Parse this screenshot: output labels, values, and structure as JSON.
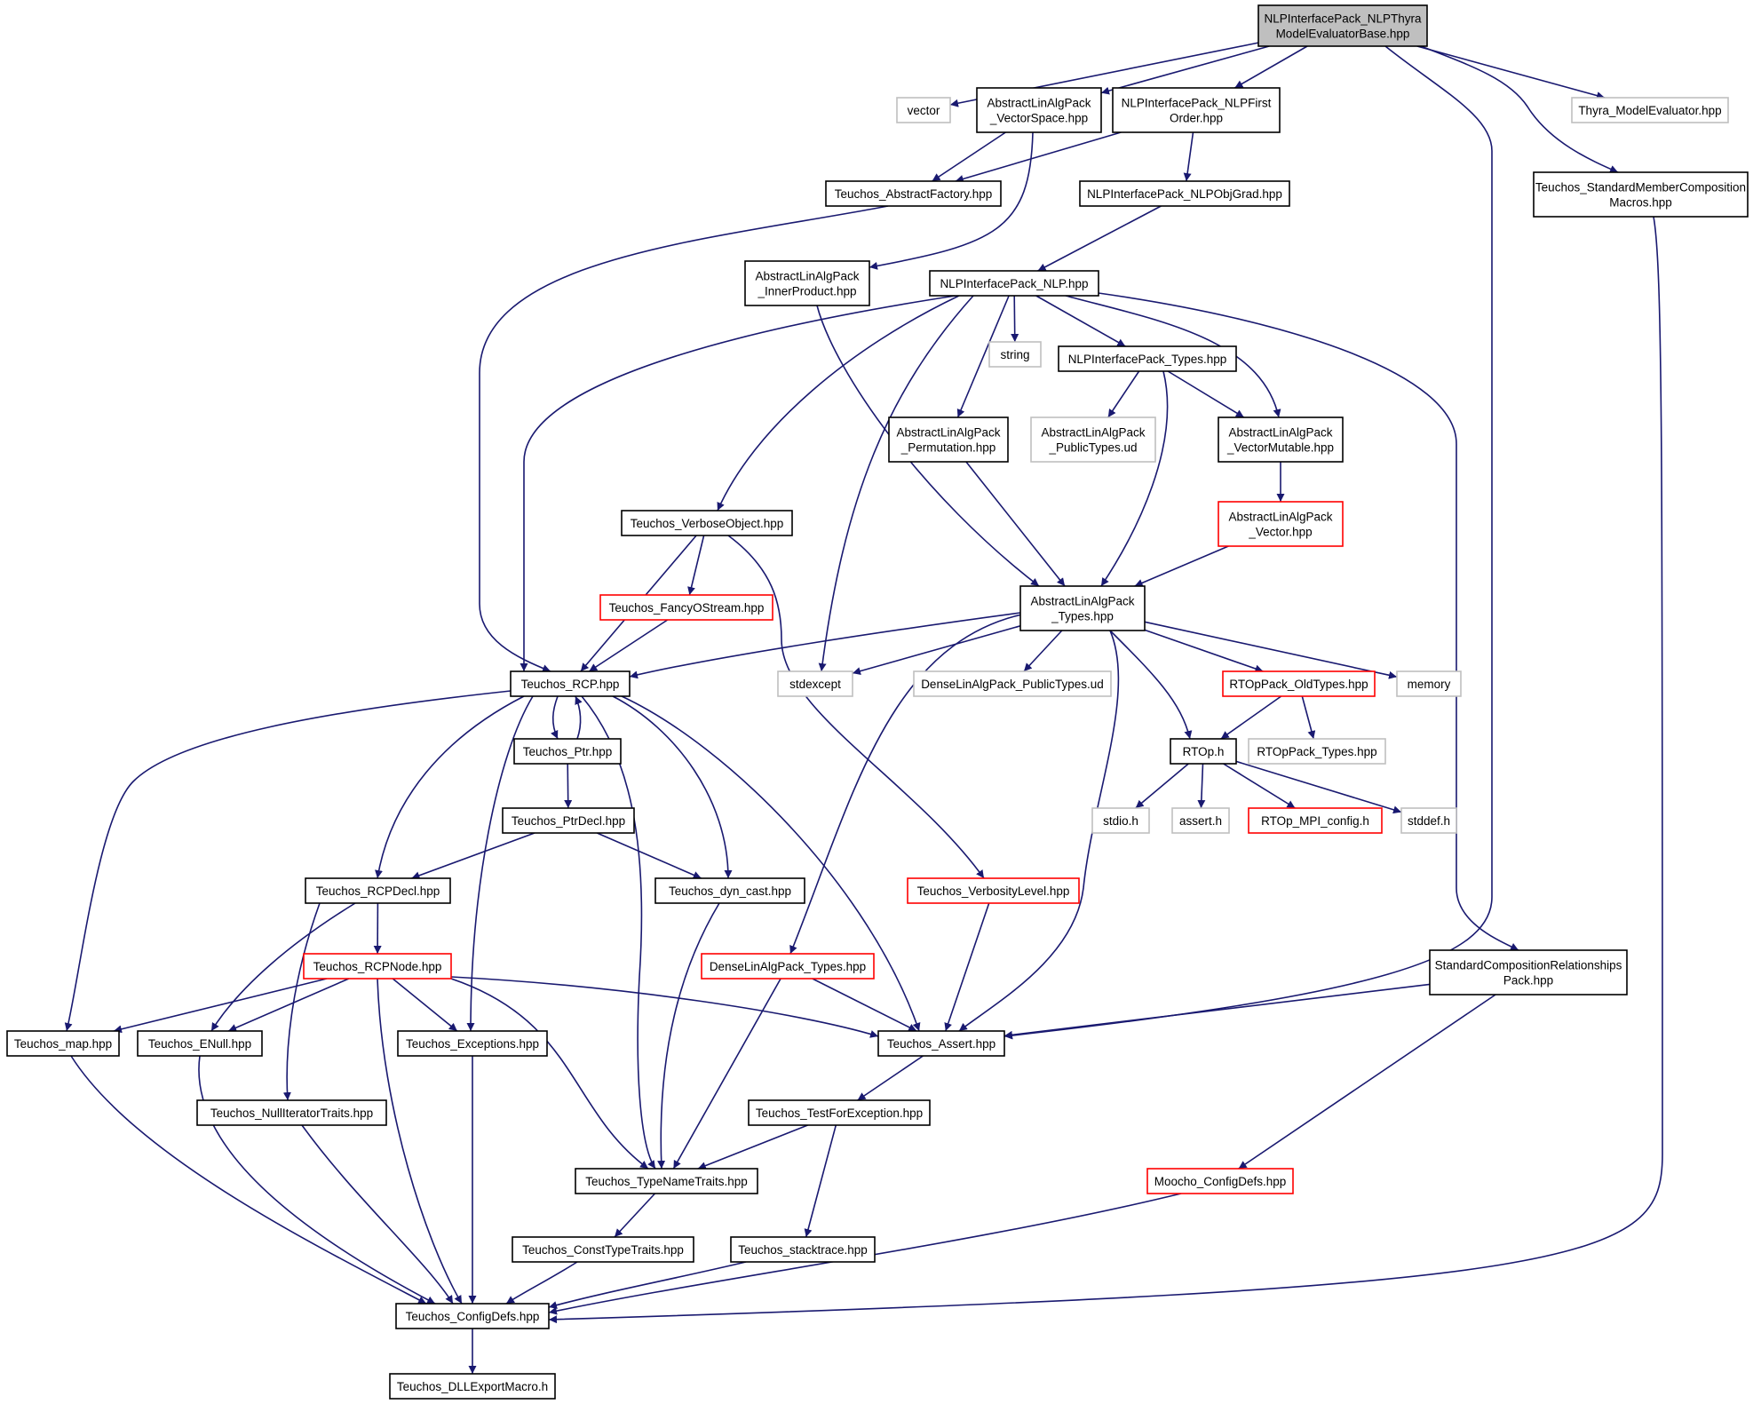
{
  "colors": {
    "edge": "#191970",
    "root_fill": "#bfbfbf",
    "normal_fill": "#ffffff",
    "normal_stroke": "#000000",
    "truncated_stroke": "#ff0000",
    "system_stroke": "#bfbfbf"
  },
  "nodes": [
    {
      "id": "root",
      "lines": [
        "NLPInterfacePack_NLPThyra",
        "ModelEvaluatorBase.hpp"
      ],
      "kind": "root"
    },
    {
      "id": "vector",
      "lines": [
        "vector"
      ],
      "kind": "system"
    },
    {
      "id": "alap_vs",
      "lines": [
        "AbstractLinAlgPack",
        "_VectorSpace.hpp"
      ],
      "kind": "normal"
    },
    {
      "id": "nlp_first",
      "lines": [
        "NLPInterfacePack_NLPFirst",
        "Order.hpp"
      ],
      "kind": "normal"
    },
    {
      "id": "thyra_me",
      "lines": [
        "Thyra_ModelEvaluator.hpp"
      ],
      "kind": "system"
    },
    {
      "id": "std_member",
      "lines": [
        "Teuchos_StandardMemberComposition",
        "Macros.hpp"
      ],
      "kind": "normal"
    },
    {
      "id": "abs_factory",
      "lines": [
        "Teuchos_AbstractFactory.hpp"
      ],
      "kind": "normal"
    },
    {
      "id": "nlp_objgrad",
      "lines": [
        "NLPInterfacePack_NLPObjGrad.hpp"
      ],
      "kind": "normal"
    },
    {
      "id": "alap_ip",
      "lines": [
        "AbstractLinAlgPack",
        "_InnerProduct.hpp"
      ],
      "kind": "normal"
    },
    {
      "id": "nlp",
      "lines": [
        "NLPInterfacePack_NLP.hpp"
      ],
      "kind": "normal"
    },
    {
      "id": "string",
      "lines": [
        "string"
      ],
      "kind": "system"
    },
    {
      "id": "nlp_types",
      "lines": [
        "NLPInterfacePack_Types.hpp"
      ],
      "kind": "normal"
    },
    {
      "id": "alap_perm",
      "lines": [
        "AbstractLinAlgPack",
        "_Permutation.hpp"
      ],
      "kind": "normal"
    },
    {
      "id": "alap_pubtypes",
      "lines": [
        "AbstractLinAlgPack",
        "_PublicTypes.ud"
      ],
      "kind": "system"
    },
    {
      "id": "alap_vm",
      "lines": [
        "AbstractLinAlgPack",
        "_VectorMutable.hpp"
      ],
      "kind": "normal"
    },
    {
      "id": "alap_vec",
      "lines": [
        "AbstractLinAlgPack",
        "_Vector.hpp"
      ],
      "kind": "truncated"
    },
    {
      "id": "verbose",
      "lines": [
        "Teuchos_VerboseObject.hpp"
      ],
      "kind": "normal"
    },
    {
      "id": "alap_types",
      "lines": [
        "AbstractLinAlgPack",
        "_Types.hpp"
      ],
      "kind": "normal"
    },
    {
      "id": "fancy",
      "lines": [
        "Teuchos_FancyOStream.hpp"
      ],
      "kind": "truncated"
    },
    {
      "id": "rcp",
      "lines": [
        "Teuchos_RCP.hpp"
      ],
      "kind": "normal"
    },
    {
      "id": "stdexcept",
      "lines": [
        "stdexcept"
      ],
      "kind": "system"
    },
    {
      "id": "dlap_pub",
      "lines": [
        "DenseLinAlgPack_PublicTypes.ud"
      ],
      "kind": "system"
    },
    {
      "id": "rtop_old",
      "lines": [
        "RTOpPack_OldTypes.hpp"
      ],
      "kind": "truncated"
    },
    {
      "id": "memory",
      "lines": [
        "memory"
      ],
      "kind": "system"
    },
    {
      "id": "ptr",
      "lines": [
        "Teuchos_Ptr.hpp"
      ],
      "kind": "normal"
    },
    {
      "id": "rtop_h",
      "lines": [
        "RTOp.h"
      ],
      "kind": "normal"
    },
    {
      "id": "rtop_types",
      "lines": [
        "RTOpPack_Types.hpp"
      ],
      "kind": "system"
    },
    {
      "id": "ptrdecl",
      "lines": [
        "Teuchos_PtrDecl.hpp"
      ],
      "kind": "normal"
    },
    {
      "id": "stdio",
      "lines": [
        "stdio.h"
      ],
      "kind": "system"
    },
    {
      "id": "assert_h",
      "lines": [
        "assert.h"
      ],
      "kind": "system"
    },
    {
      "id": "rtop_mpi",
      "lines": [
        "RTOp_MPI_config.h"
      ],
      "kind": "truncated"
    },
    {
      "id": "stddef",
      "lines": [
        "stddef.h"
      ],
      "kind": "system"
    },
    {
      "id": "rcpdecl",
      "lines": [
        "Teuchos_RCPDecl.hpp"
      ],
      "kind": "normal"
    },
    {
      "id": "dyncast",
      "lines": [
        "Teuchos_dyn_cast.hpp"
      ],
      "kind": "normal"
    },
    {
      "id": "verbosity",
      "lines": [
        "Teuchos_VerbosityLevel.hpp"
      ],
      "kind": "truncated"
    },
    {
      "id": "rcpnode",
      "lines": [
        "Teuchos_RCPNode.hpp"
      ],
      "kind": "truncated"
    },
    {
      "id": "dlap_types",
      "lines": [
        "DenseLinAlgPack_Types.hpp"
      ],
      "kind": "truncated"
    },
    {
      "id": "scr_pack",
      "lines": [
        "StandardCompositionRelationships",
        "Pack.hpp"
      ],
      "kind": "normal"
    },
    {
      "id": "map",
      "lines": [
        "Teuchos_map.hpp"
      ],
      "kind": "normal"
    },
    {
      "id": "enull",
      "lines": [
        "Teuchos_ENull.hpp"
      ],
      "kind": "normal"
    },
    {
      "id": "exceptions",
      "lines": [
        "Teuchos_Exceptions.hpp"
      ],
      "kind": "normal"
    },
    {
      "id": "assert_hpp",
      "lines": [
        "Teuchos_Assert.hpp"
      ],
      "kind": "normal"
    },
    {
      "id": "nulliter",
      "lines": [
        "Teuchos_NullIteratorTraits.hpp"
      ],
      "kind": "normal"
    },
    {
      "id": "testforex",
      "lines": [
        "Teuchos_TestForException.hpp"
      ],
      "kind": "normal"
    },
    {
      "id": "typename",
      "lines": [
        "Teuchos_TypeNameTraits.hpp"
      ],
      "kind": "normal"
    },
    {
      "id": "moocho_cfg",
      "lines": [
        "Moocho_ConfigDefs.hpp"
      ],
      "kind": "truncated"
    },
    {
      "id": "consttype",
      "lines": [
        "Teuchos_ConstTypeTraits.hpp"
      ],
      "kind": "normal"
    },
    {
      "id": "stacktrace",
      "lines": [
        "Teuchos_stacktrace.hpp"
      ],
      "kind": "normal"
    },
    {
      "id": "configdefs",
      "lines": [
        "Teuchos_ConfigDefs.hpp"
      ],
      "kind": "normal"
    },
    {
      "id": "dllexport",
      "lines": [
        "Teuchos_DLLExportMacro.h"
      ],
      "kind": "normal"
    }
  ],
  "edges": [
    {
      "from": "root",
      "to": "vector"
    },
    {
      "from": "root",
      "to": "alap_vs"
    },
    {
      "from": "root",
      "to": "nlp_first"
    },
    {
      "from": "root",
      "to": "assert_hpp"
    },
    {
      "from": "root",
      "to": "thyra_me"
    },
    {
      "from": "root",
      "to": "std_member"
    },
    {
      "from": "alap_vs",
      "to": "abs_factory"
    },
    {
      "from": "alap_vs",
      "to": "alap_ip"
    },
    {
      "from": "nlp_first",
      "to": "abs_factory"
    },
    {
      "from": "nlp_first",
      "to": "nlp_objgrad"
    },
    {
      "from": "std_member",
      "to": "configdefs"
    },
    {
      "from": "abs_factory",
      "to": "rcp"
    },
    {
      "from": "nlp_objgrad",
      "to": "nlp"
    },
    {
      "from": "alap_ip",
      "to": "alap_types"
    },
    {
      "from": "nlp",
      "to": "rcp"
    },
    {
      "from": "nlp",
      "to": "verbose"
    },
    {
      "from": "nlp",
      "to": "stdexcept"
    },
    {
      "from": "nlp",
      "to": "alap_perm"
    },
    {
      "from": "nlp",
      "to": "string"
    },
    {
      "from": "nlp",
      "to": "nlp_types"
    },
    {
      "from": "nlp",
      "to": "alap_vm"
    },
    {
      "from": "nlp",
      "to": "scr_pack"
    },
    {
      "from": "nlp_types",
      "to": "alap_pubtypes"
    },
    {
      "from": "nlp_types",
      "to": "alap_vm"
    },
    {
      "from": "nlp_types",
      "to": "alap_types"
    },
    {
      "from": "alap_perm",
      "to": "alap_types"
    },
    {
      "from": "alap_vm",
      "to": "alap_vec"
    },
    {
      "from": "alap_vec",
      "to": "alap_types"
    },
    {
      "from": "verbose",
      "to": "rcp"
    },
    {
      "from": "verbose",
      "to": "fancy"
    },
    {
      "from": "verbose",
      "to": "verbosity"
    },
    {
      "from": "fancy",
      "to": "rcp"
    },
    {
      "from": "alap_types",
      "to": "rcp"
    },
    {
      "from": "alap_types",
      "to": "stdexcept"
    },
    {
      "from": "alap_types",
      "to": "dlap_pub"
    },
    {
      "from": "alap_types",
      "to": "rtop_old"
    },
    {
      "from": "alap_types",
      "to": "memory"
    },
    {
      "from": "alap_types",
      "to": "rtop_h"
    },
    {
      "from": "alap_types",
      "to": "dlap_types"
    },
    {
      "from": "alap_types",
      "to": "assert_hpp"
    },
    {
      "from": "rtop_old",
      "to": "rtop_h"
    },
    {
      "from": "rtop_old",
      "to": "rtop_types"
    },
    {
      "from": "rtop_h",
      "to": "stdio"
    },
    {
      "from": "rtop_h",
      "to": "assert_h"
    },
    {
      "from": "rtop_h",
      "to": "rtop_mpi"
    },
    {
      "from": "rtop_h",
      "to": "stddef"
    },
    {
      "from": "rcp",
      "to": "map"
    },
    {
      "from": "rcp",
      "to": "rcpdecl"
    },
    {
      "from": "rcp",
      "to": "exceptions"
    },
    {
      "from": "rcp",
      "to": "ptr"
    },
    {
      "from": "ptr",
      "to": "rcp"
    },
    {
      "from": "rcp",
      "to": "typename"
    },
    {
      "from": "rcp",
      "to": "dyncast"
    },
    {
      "from": "rcp",
      "to": "assert_hpp"
    },
    {
      "from": "ptr",
      "to": "ptrdecl"
    },
    {
      "from": "ptrdecl",
      "to": "rcpdecl"
    },
    {
      "from": "ptrdecl",
      "to": "dyncast"
    },
    {
      "from": "rcpdecl",
      "to": "rcpnode"
    },
    {
      "from": "rcpdecl",
      "to": "enull"
    },
    {
      "from": "rcpdecl",
      "to": "nulliter"
    },
    {
      "from": "rcpnode",
      "to": "map"
    },
    {
      "from": "rcpnode",
      "to": "enull"
    },
    {
      "from": "rcpnode",
      "to": "exceptions"
    },
    {
      "from": "rcpnode",
      "to": "assert_hpp"
    },
    {
      "from": "rcpnode",
      "to": "typename"
    },
    {
      "from": "rcpnode",
      "to": "configdefs"
    },
    {
      "from": "dyncast",
      "to": "typename"
    },
    {
      "from": "verbosity",
      "to": "assert_hpp"
    },
    {
      "from": "dlap_types",
      "to": "assert_hpp"
    },
    {
      "from": "dlap_types",
      "to": "typename"
    },
    {
      "from": "scr_pack",
      "to": "assert_hpp"
    },
    {
      "from": "scr_pack",
      "to": "moocho_cfg"
    },
    {
      "from": "map",
      "to": "configdefs"
    },
    {
      "from": "enull",
      "to": "configdefs"
    },
    {
      "from": "exceptions",
      "to": "configdefs"
    },
    {
      "from": "nulliter",
      "to": "configdefs"
    },
    {
      "from": "assert_hpp",
      "to": "testforex"
    },
    {
      "from": "testforex",
      "to": "typename"
    },
    {
      "from": "testforex",
      "to": "stacktrace"
    },
    {
      "from": "typename",
      "to": "consttype"
    },
    {
      "from": "consttype",
      "to": "configdefs"
    },
    {
      "from": "stacktrace",
      "to": "configdefs"
    },
    {
      "from": "moocho_cfg",
      "to": "configdefs"
    },
    {
      "from": "configdefs",
      "to": "dllexport"
    }
  ]
}
